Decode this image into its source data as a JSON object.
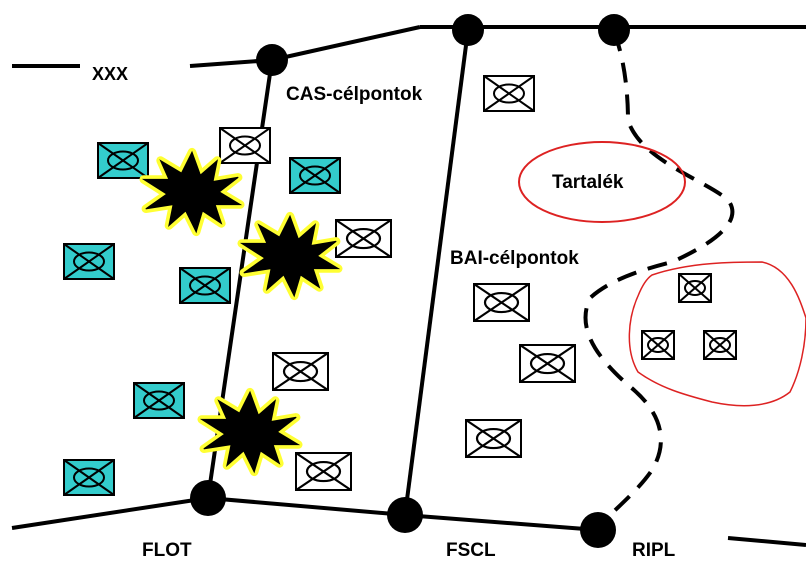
{
  "labels": {
    "xxx": "XXX",
    "cas": "CAS-célpontok",
    "bai": "BAI-célpontok",
    "tartalek": "Tartalék",
    "flot": "FLOT",
    "fscl": "FSCL",
    "ripl": "RIPL"
  },
  "colors": {
    "line": "#000000",
    "friendly_unit_fill": "#33cccc",
    "enemy_unit_fill": "#ffffff",
    "explosion_core": "#000000",
    "explosion_halo": "#ffff33",
    "reserve_outline": "#dd2222"
  },
  "unit_symbol": "crossed-box-with-ellipse"
}
